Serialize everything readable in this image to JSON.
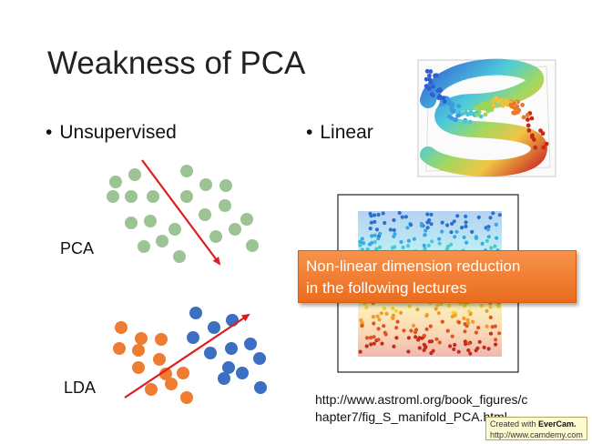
{
  "slide": {
    "title": "Weakness of PCA",
    "bullets": [
      {
        "symbol": "•",
        "text": "Unsupervised"
      },
      {
        "symbol": "•",
        "text": "Linear"
      }
    ],
    "labels": {
      "pca": "PCA",
      "lda": "LDA"
    },
    "callout": {
      "line1": "Non-linear dimension reduction",
      "line2": "in the following lectures"
    },
    "source_url": {
      "line1": "http://www.astroml.org/book_figures/c",
      "line2": "hapter7/fig_S_manifold_PCA.html"
    },
    "watermark": {
      "prefix": "Created with ",
      "brand": "EverCam.",
      "url": "http://www.camdemy.com"
    }
  },
  "colors": {
    "green_point": "#9cc393",
    "orange_point": "#ee7d31",
    "blue_point": "#3a6fc2",
    "arrow": "#e11b1b",
    "callout": "#f08032"
  },
  "icons": [
    "s-curve-3d-plot-image",
    "pca-projection-scatter-image"
  ]
}
